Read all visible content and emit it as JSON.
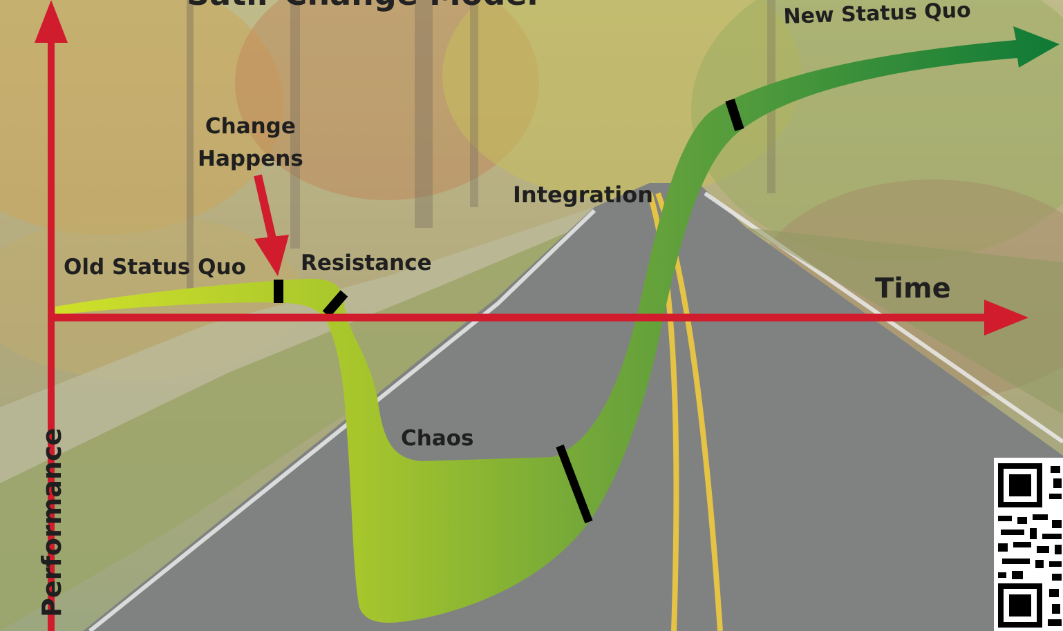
{
  "title": "Satir Change Model",
  "labels": {
    "change_line1": "Change",
    "change_line2": "Happens",
    "old_status_quo": "Old Status Quo",
    "resistance": "Resistance",
    "integration": "Integration",
    "chaos": "Chaos",
    "time": "Time",
    "new_status_quo": "New Status Quo",
    "performance": "Performance"
  },
  "colors": {
    "axis": "#d01c2c",
    "curve_start": "#c8dc22",
    "curve_mid": "#8cb52a",
    "curve_end": "#137a35",
    "stage_marker": "#000000",
    "background_overlay": "#ffffff"
  },
  "icons": {
    "change_arrow": "red-arrow-down",
    "qr_code": "qr-code-icon"
  }
}
